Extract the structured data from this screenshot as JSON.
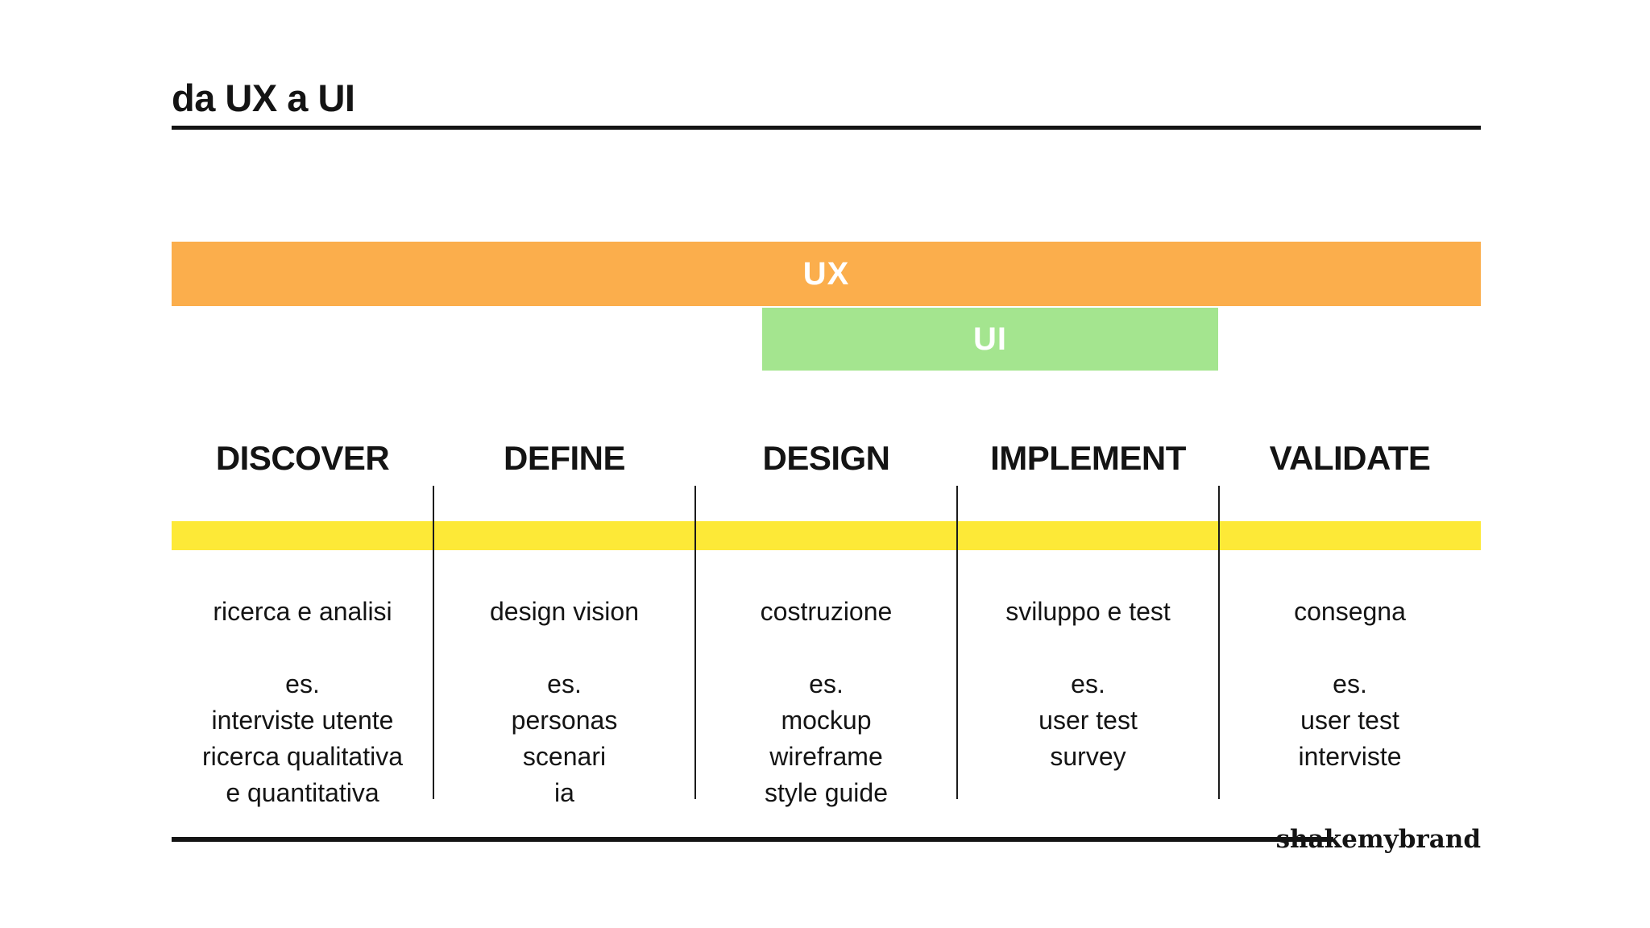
{
  "page": {
    "title": "da UX a UI",
    "brand": "shakemybrand"
  },
  "bars": {
    "ux": {
      "label": "UX",
      "color": "#FBAE4C"
    },
    "ui": {
      "label": "UI",
      "color": "#A4E58F"
    },
    "timeline": {
      "color": "#FDE937"
    }
  },
  "colors": {
    "text": "#141414",
    "rule": "#141414",
    "divider": "#1b1b1b",
    "background": "#ffffff"
  },
  "phases": [
    {
      "name": "DISCOVER",
      "summary": "ricerca e analisi",
      "examples": [
        "es.",
        "interviste utente",
        "ricerca qualitativa",
        "e quantitativa"
      ]
    },
    {
      "name": "DEFINE",
      "summary": "design vision",
      "examples": [
        "es.",
        "personas",
        "scenari",
        "ia"
      ]
    },
    {
      "name": "DESIGN",
      "summary": "costruzione",
      "examples": [
        "es.",
        "mockup",
        "wireframe",
        "style guide"
      ]
    },
    {
      "name": "IMPLEMENT",
      "summary": "sviluppo e test",
      "examples": [
        "es.",
        "user test",
        "survey"
      ]
    },
    {
      "name": "VALIDATE",
      "summary": "consegna",
      "examples": [
        "es.",
        "user test",
        "interviste"
      ]
    }
  ]
}
